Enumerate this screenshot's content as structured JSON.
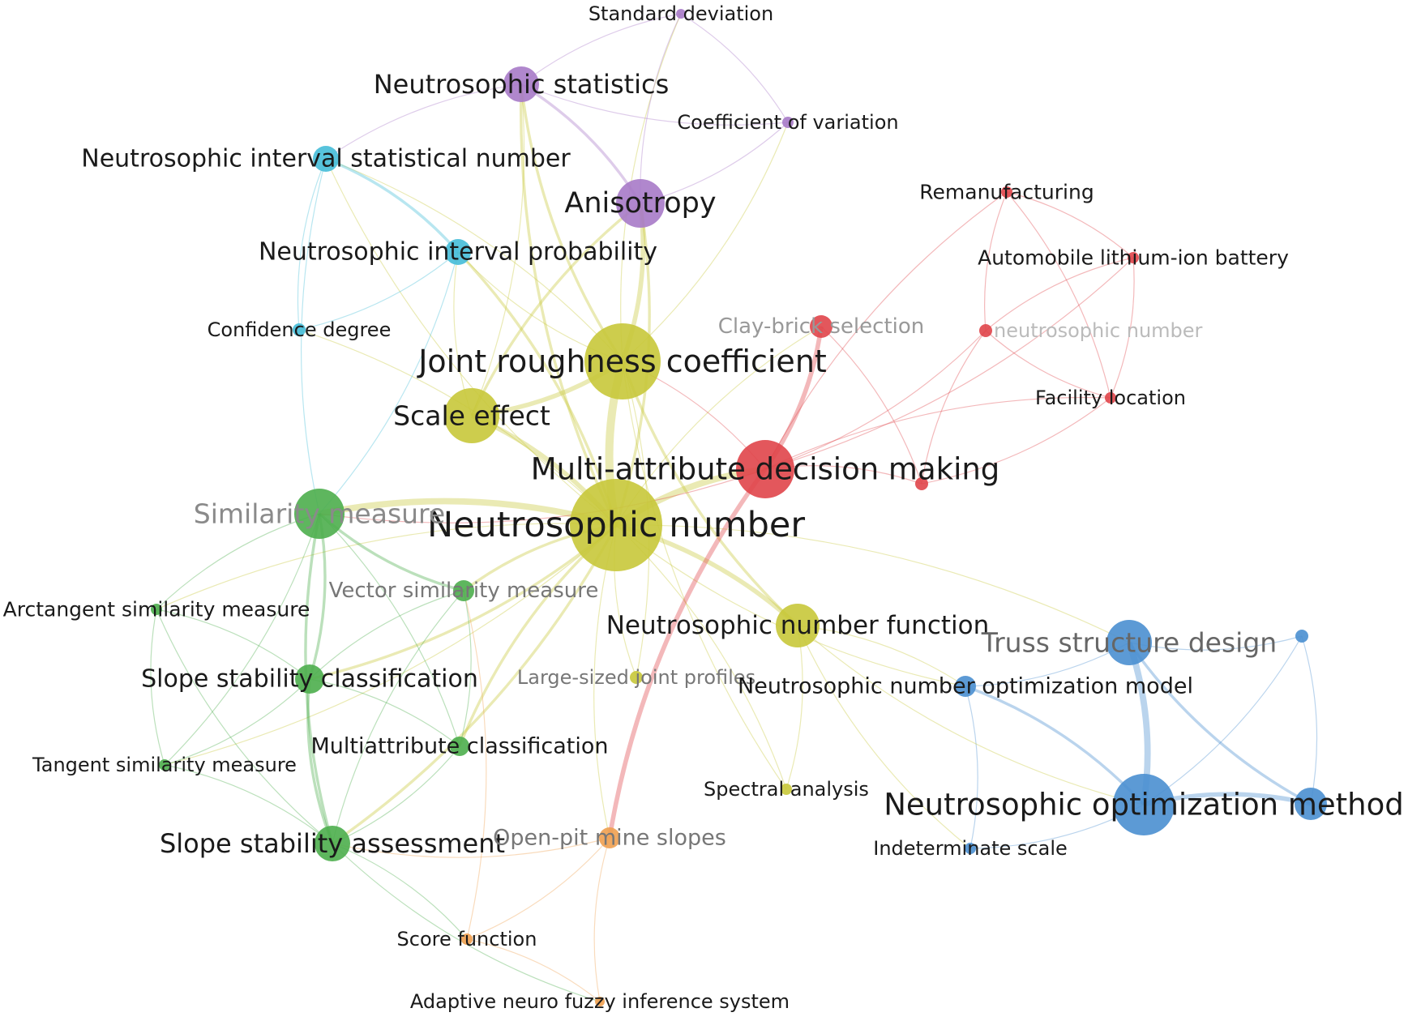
{
  "clusters": {
    "yellow": "#c8c83a",
    "red": "#e0454a",
    "green": "#4cae4c",
    "blue": "#4a8fd0",
    "purple": "#a77ac8",
    "cyan": "#45bcd8",
    "orange": "#f0a050"
  },
  "nodes": [
    {
      "id": "nn",
      "label": "Neutrosophic number",
      "cluster": "yellow",
      "weight": 10
    },
    {
      "id": "jrc",
      "label": "Joint roughness coefficient",
      "cluster": "yellow",
      "weight": 7
    },
    {
      "id": "se",
      "label": "Scale effect",
      "cluster": "yellow",
      "weight": 4
    },
    {
      "id": "nnf",
      "label": "Neutrosophic number function",
      "cluster": "yellow",
      "weight": 3
    },
    {
      "id": "lsjp",
      "label": "Large-sized joint profiles",
      "cluster": "yellow",
      "weight": 1
    },
    {
      "id": "spa",
      "label": "Spectral analysis",
      "cluster": "yellow",
      "weight": 1
    },
    {
      "id": "madm",
      "label": "Multi-attribute decision making",
      "cluster": "red",
      "weight": 5
    },
    {
      "id": "cbs",
      "label": "Clay-brick selection",
      "cluster": "red",
      "weight": 2
    },
    {
      "id": "rem",
      "label": "Remanufacturing",
      "cluster": "red",
      "weight": 1
    },
    {
      "id": "alib",
      "label": "Automobile lithium-ion battery",
      "cluster": "red",
      "weight": 1
    },
    {
      "id": "tnn",
      "label": "neutrosophic number",
      "cluster": "red",
      "weight": 1
    },
    {
      "id": "fl",
      "label": "Facility location",
      "cluster": "red",
      "weight": 1
    },
    {
      "id": "rx",
      "label": "",
      "cluster": "red",
      "weight": 1
    },
    {
      "id": "sm",
      "label": "Similarity measure",
      "cluster": "green",
      "weight": 4
    },
    {
      "id": "vsm",
      "label": "Vector similarity measure",
      "cluster": "green",
      "weight": 2
    },
    {
      "id": "asm",
      "label": "Arctangent similarity measure",
      "cluster": "green",
      "weight": 1
    },
    {
      "id": "ssc",
      "label": "Slope stability classification",
      "cluster": "green",
      "weight": 2
    },
    {
      "id": "mac",
      "label": "Multiattribute classification",
      "cluster": "green",
      "weight": 2
    },
    {
      "id": "tsm",
      "label": "Tangent similarity measure",
      "cluster": "green",
      "weight": 1
    },
    {
      "id": "ssa",
      "label": "Slope stability assessment",
      "cluster": "green",
      "weight": 3
    },
    {
      "id": "tsd",
      "label": "Truss structure design",
      "cluster": "blue",
      "weight": 4
    },
    {
      "id": "nnom",
      "label": "Neutrosophic number optimization model",
      "cluster": "blue",
      "weight": 2
    },
    {
      "id": "nom",
      "label": "Neutrosophic optimization method",
      "cluster": "blue",
      "weight": 6
    },
    {
      "id": "nomr",
      "label": "",
      "cluster": "blue",
      "weight": 3
    },
    {
      "id": "bx",
      "label": "",
      "cluster": "blue",
      "weight": 1
    },
    {
      "id": "is",
      "label": "Indeterminate scale",
      "cluster": "blue",
      "weight": 1
    },
    {
      "id": "ns",
      "label": "Neutrosophic statistics",
      "cluster": "purple",
      "weight": 3
    },
    {
      "id": "sd",
      "label": "Standard deviation",
      "cluster": "purple",
      "weight": 1
    },
    {
      "id": "cv",
      "label": "Coefficient of variation",
      "cluster": "purple",
      "weight": 1
    },
    {
      "id": "ani",
      "label": "Anisotropy",
      "cluster": "purple",
      "weight": 4
    },
    {
      "id": "nisn",
      "label": "Neutrosophic interval statistical number",
      "cluster": "cyan",
      "weight": 2
    },
    {
      "id": "nip",
      "label": "Neutrosophic interval probability",
      "cluster": "cyan",
      "weight": 2
    },
    {
      "id": "cd",
      "label": "Confidence degree",
      "cluster": "cyan",
      "weight": 1
    },
    {
      "id": "opms",
      "label": "Open-pit mine slopes",
      "cluster": "orange",
      "weight": 2
    },
    {
      "id": "sf",
      "label": "Score function",
      "cluster": "orange",
      "weight": 1
    },
    {
      "id": "anfis",
      "label": "Adaptive neuro fuzzy inference system",
      "cluster": "orange",
      "weight": 1
    }
  ],
  "links": [
    [
      "nn",
      "jrc",
      5
    ],
    [
      "nn",
      "se",
      3
    ],
    [
      "nn",
      "madm",
      4
    ],
    [
      "nn",
      "sm",
      4
    ],
    [
      "nn",
      "nnf",
      3
    ],
    [
      "nn",
      "vsm",
      2
    ],
    [
      "nn",
      "ssc",
      2
    ],
    [
      "nn",
      "mac",
      2
    ],
    [
      "nn",
      "ssa",
      2
    ],
    [
      "nn",
      "ani",
      2
    ],
    [
      "nn",
      "ns",
      2
    ],
    [
      "nn",
      "nip",
      2
    ],
    [
      "nn",
      "nisn",
      1
    ],
    [
      "nn",
      "lsjp",
      1
    ],
    [
      "nn",
      "spa",
      1
    ],
    [
      "nn",
      "nnom",
      1
    ],
    [
      "nn",
      "tsd",
      1
    ],
    [
      "nn",
      "cd",
      1
    ],
    [
      "nn",
      "cbs",
      1
    ],
    [
      "nn",
      "asm",
      1
    ],
    [
      "nn",
      "tsm",
      1
    ],
    [
      "nn",
      "opms",
      1
    ],
    [
      "jrc",
      "se",
      3
    ],
    [
      "jrc",
      "ani",
      3
    ],
    [
      "jrc",
      "ns",
      2
    ],
    [
      "jrc",
      "nnf",
      2
    ],
    [
      "jrc",
      "nip",
      1
    ],
    [
      "jrc",
      "nisn",
      1
    ],
    [
      "jrc",
      "lsjp",
      1
    ],
    [
      "jrc",
      "spa",
      1
    ],
    [
      "jrc",
      "sd",
      1
    ],
    [
      "jrc",
      "cv",
      1
    ],
    [
      "se",
      "ani",
      2
    ],
    [
      "se",
      "ns",
      1
    ],
    [
      "se",
      "nip",
      1
    ],
    [
      "ani",
      "ns",
      2
    ],
    [
      "ani",
      "sd",
      1
    ],
    [
      "ani",
      "cv",
      1
    ],
    [
      "ns",
      "sd",
      1
    ],
    [
      "ns",
      "cv",
      1
    ],
    [
      "sd",
      "cv",
      1
    ],
    [
      "ns",
      "nisn",
      1
    ],
    [
      "nisn",
      "nip",
      2
    ],
    [
      "nisn",
      "cd",
      1
    ],
    [
      "nip",
      "cd",
      1
    ],
    [
      "nisn",
      "sm",
      1
    ],
    [
      "nip",
      "sm",
      1
    ],
    [
      "madm",
      "cbs",
      3
    ],
    [
      "madm",
      "rx",
      1
    ],
    [
      "madm",
      "tnn",
      1
    ],
    [
      "madm",
      "fl",
      1
    ],
    [
      "madm",
      "alib",
      1
    ],
    [
      "madm",
      "rem",
      1
    ],
    [
      "madm",
      "opms",
      3
    ],
    [
      "madm",
      "sm",
      1
    ],
    [
      "madm",
      "jrc",
      1
    ],
    [
      "rem",
      "alib",
      1
    ],
    [
      "rem",
      "tnn",
      1
    ],
    [
      "rem",
      "fl",
      1
    ],
    [
      "alib",
      "tnn",
      1
    ],
    [
      "alib",
      "fl",
      1
    ],
    [
      "tnn",
      "fl",
      1
    ],
    [
      "cbs",
      "rx",
      1
    ],
    [
      "rx",
      "fl",
      1
    ],
    [
      "rx",
      "tnn",
      1
    ],
    [
      "sm",
      "vsm",
      2
    ],
    [
      "sm",
      "ssc",
      2
    ],
    [
      "sm",
      "asm",
      1
    ],
    [
      "sm",
      "tsm",
      1
    ],
    [
      "sm",
      "ssa",
      2
    ],
    [
      "sm",
      "mac",
      1
    ],
    [
      "vsm",
      "ssc",
      1
    ],
    [
      "vsm",
      "mac",
      1
    ],
    [
      "vsm",
      "ssa",
      1
    ],
    [
      "ssc",
      "mac",
      1
    ],
    [
      "ssc",
      "ssa",
      2
    ],
    [
      "ssc",
      "tsm",
      1
    ],
    [
      "ssc",
      "asm",
      1
    ],
    [
      "tsm",
      "ssa",
      1
    ],
    [
      "asm",
      "ssa",
      1
    ],
    [
      "mac",
      "ssa",
      1
    ],
    [
      "asm",
      "tsm",
      1
    ],
    [
      "tsd",
      "nom",
      4
    ],
    [
      "tsd",
      "nomr",
      2
    ],
    [
      "tsd",
      "nnom",
      1
    ],
    [
      "tsd",
      "bx",
      1
    ],
    [
      "nom",
      "nomr",
      3
    ],
    [
      "nom",
      "nnom",
      2
    ],
    [
      "nom",
      "is",
      1
    ],
    [
      "nomr",
      "bx",
      1
    ],
    [
      "nnom",
      "is",
      1
    ],
    [
      "nom",
      "bx",
      1
    ],
    [
      "nnf",
      "nnom",
      1
    ],
    [
      "nnf",
      "nom",
      1
    ],
    [
      "nnf",
      "spa",
      1
    ],
    [
      "nnf",
      "is",
      1
    ],
    [
      "opms",
      "sf",
      1
    ],
    [
      "opms",
      "anfis",
      1
    ],
    [
      "ssa",
      "sf",
      1
    ],
    [
      "ssa",
      "anfis",
      1
    ],
    [
      "sf",
      "anfis",
      1
    ],
    [
      "sf",
      "vsm",
      1
    ],
    [
      "opms",
      "ssa",
      1
    ]
  ]
}
